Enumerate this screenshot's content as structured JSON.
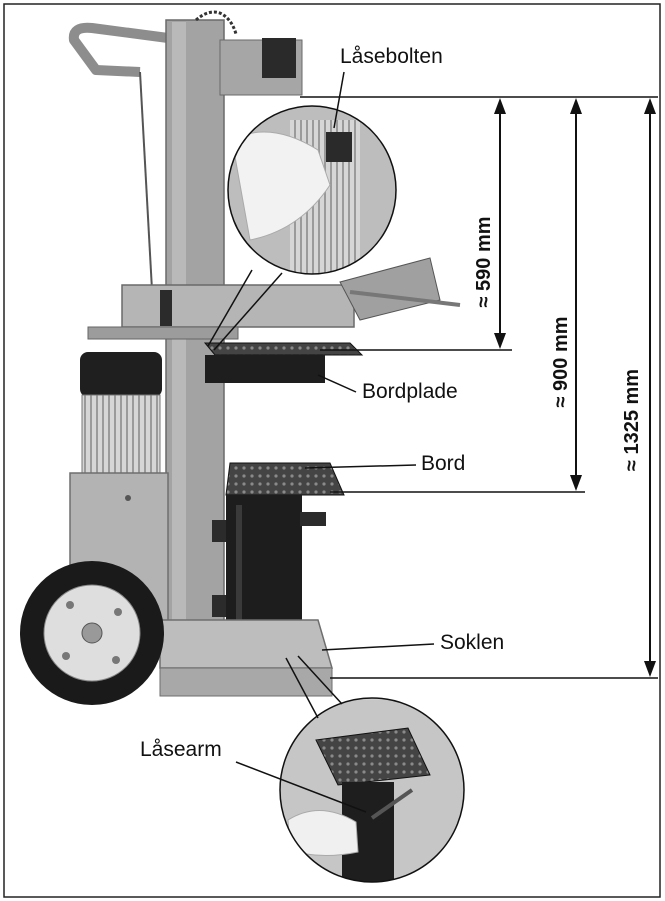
{
  "labels": {
    "lock_bolt": "Låsebolten",
    "table_plate": "Bordplade",
    "table": "Bord",
    "base": "Soklen",
    "lock_arm": "Låsearm"
  },
  "dimensions": {
    "d590": "≈ 590 mm",
    "d900": "≈ 900 mm",
    "d1325": "≈ 1325 mm"
  },
  "colors": {
    "frame": "#9a9a9a",
    "frame_light": "#c4c4c4",
    "dark": "#1c1c1c",
    "line": "#111111",
    "background": "#ffffff"
  }
}
